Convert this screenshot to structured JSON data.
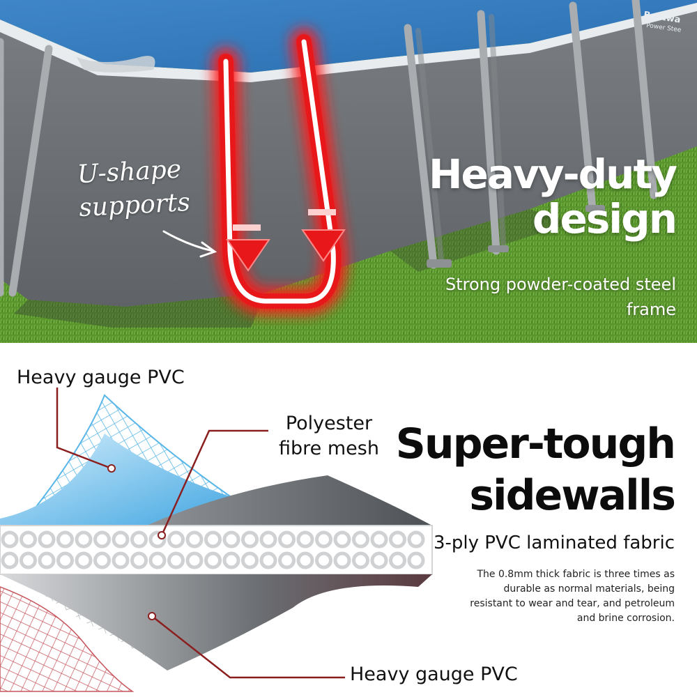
{
  "top_panel": {
    "brand": {
      "name": "Bestwa",
      "model": "Power Stee"
    },
    "callout": {
      "line1": "U-shape",
      "line2": "supports"
    },
    "headline": {
      "line1": "Heavy-duty",
      "line2": "design"
    },
    "subheadline": "Strong powder-coated steel frame",
    "colors": {
      "highlight": "#e8181a",
      "grass": "#5a962d",
      "liner": "#6b6f73",
      "frame": "#a7abae"
    }
  },
  "bottom_panel": {
    "labels": {
      "pvc_top": "Heavy gauge PVC",
      "mesh": "Polyester fibre mesh",
      "pvc_bottom": "Heavy gauge PVC"
    },
    "headline": {
      "line1": "Super-tough",
      "line2": "sidewalls"
    },
    "subheadline": "3-ply PVC laminated fabric",
    "description": "The 0.8mm thick fabric is three times as durable as normal materials, being resistant to wear and tear, and petroleum and brine corrosion.",
    "colors": {
      "leader_line": "#8b1e1e",
      "blue_layer": "#58b6e8",
      "grey_layer": "#55585c"
    }
  }
}
